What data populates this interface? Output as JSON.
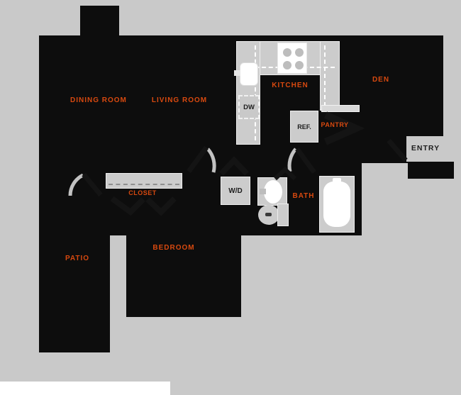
{
  "palette": {
    "site_gray": "#c9c9c9",
    "unit_black": "#0d0d0d",
    "fixture_gray": "#cccccc",
    "accent_orange": "#d8490f",
    "label_text_dark": "#1d1d1d",
    "background_white": "#ffffff"
  },
  "rooms": {
    "dining": "DINING ROOM",
    "living": "LIVING ROOM",
    "kitchen": "KITCHEN",
    "den": "DEN",
    "pantry": "PANTRY",
    "closet": "CLOSET",
    "bath": "BATH",
    "bedroom": "BEDROOM",
    "patio": "PATIO",
    "entry": "ENTRY"
  },
  "appliances": {
    "washer_dryer": "W/D",
    "dishwasher": "DW",
    "refrigerator": "REF."
  },
  "icons": {
    "stove": "stove-burners-icon",
    "kitchen_sink": "kitchen-sink-icon",
    "bath_sink": "bath-sink-icon",
    "toilet": "toilet-icon",
    "bathtub": "bathtub-icon",
    "closet_rod": "closet-rod-icon",
    "door_swing": "door-swing-icon",
    "bifold_door": "bifold-door-icon"
  }
}
